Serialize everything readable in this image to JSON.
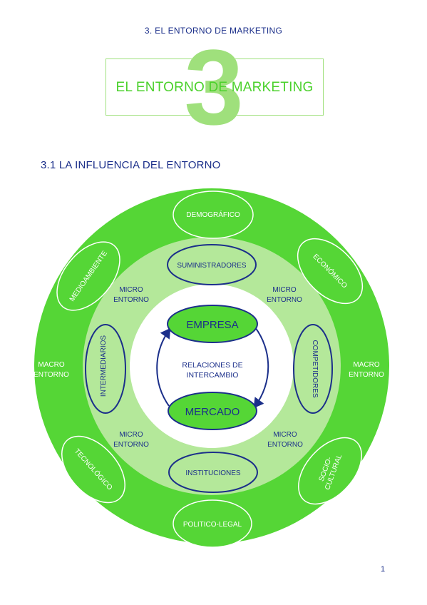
{
  "header": {
    "running_title": "3. EL ENTORNO DE MARKETING"
  },
  "title_block": {
    "number": "3",
    "title": "EL ENTORNO DE MARKETING"
  },
  "section": {
    "heading": "3.1 LA INFLUENCIA DEL ENTORNO"
  },
  "diagram": {
    "core": {
      "empresa": "EMPRESA",
      "mercado": "MERCADO",
      "relaciones_line1": "RELACIONES DE",
      "relaciones_line2": "INTERCAMBIO"
    },
    "micro_agents": {
      "suministradores": "SUMINISTRADORES",
      "competidores": "COMPETIDORES",
      "instituciones": "INSTITUCIONES",
      "intermediarios": "INTERMEDIARIOS"
    },
    "micro_label": {
      "line1": "MICRO",
      "line2": "ENTORNO"
    },
    "macro_label": {
      "line1": "MACRO",
      "line2": "ENTORNO"
    },
    "macro_factors": {
      "demografico": "DEMOGRÁFICO",
      "economico": "ECONÓMICO",
      "socio_line1": "SOCIO-",
      "socio_line2": "CULTURAL",
      "politico_legal": "POLITICO-LEGAL",
      "tecnologico": "TECNOLÓGICO",
      "medioambiente": "MEDIOAMBIENTE"
    },
    "colors": {
      "outer_ring": "#55d636",
      "middle_ring": "#b4e89a",
      "core_fill": "#ffffff",
      "ellipse_green": "#55d636",
      "ellipse_light": "#b4e89a",
      "stroke_navy": "#1b2f8a",
      "text_navy": "#1b2f8a",
      "text_white": "#ffffff"
    }
  },
  "footer": {
    "page_number": "1"
  }
}
